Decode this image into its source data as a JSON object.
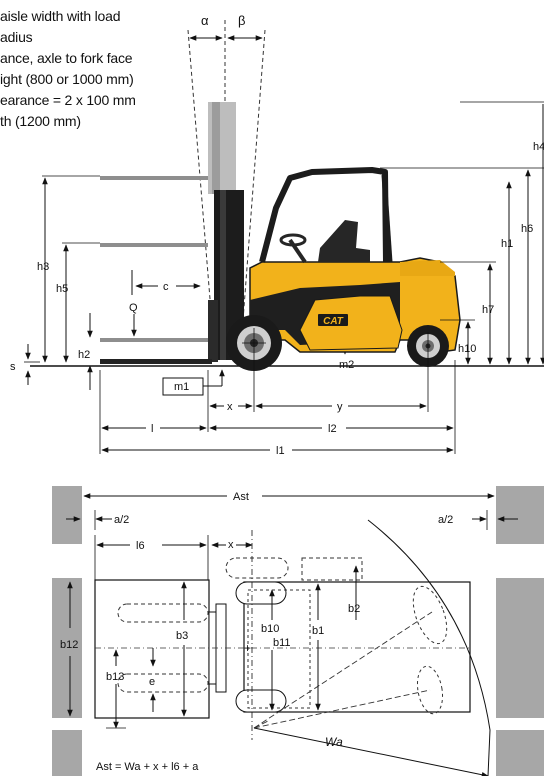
{
  "notes": [
    "aisle width with load",
    "adius",
    "ance, axle to fork face",
    "ight (800 or 1000 mm)",
    "earance = 2 x 100 mm",
    "th (1200 mm)"
  ],
  "side_view": {
    "angle_labels": {
      "alpha": "α",
      "beta": "β"
    },
    "labels": {
      "h3": "h3",
      "h5": "h5",
      "h2": "h2",
      "s": "s",
      "c": "c",
      "Q": "Q",
      "m1": "m1",
      "m2": "m2",
      "x": "x",
      "y": "y",
      "l": "l",
      "l2": "l2",
      "l1": "l1",
      "h1": "h1",
      "h6": "h6",
      "h7": "h7",
      "h10": "h10",
      "h4": "h4"
    },
    "brand": "CAT"
  },
  "top_view": {
    "labels": {
      "Ast": "Ast",
      "a2_left": "a/2",
      "a2_right": "a/2",
      "l6": "l6",
      "x": "x",
      "b2": "b2",
      "b3": "b3",
      "b10": "b10",
      "b11": "b11",
      "b1": "b1",
      "b12": "b12",
      "b13": "b13",
      "e": "e",
      "Wa": "Wa"
    },
    "formula": "Ast = Wa + x + l6 + a"
  },
  "colors": {
    "body_yellow": "#f2b21b",
    "tyre": "#1a1a1a",
    "wall_gray": "#a7a7a7",
    "line": "#111111"
  }
}
